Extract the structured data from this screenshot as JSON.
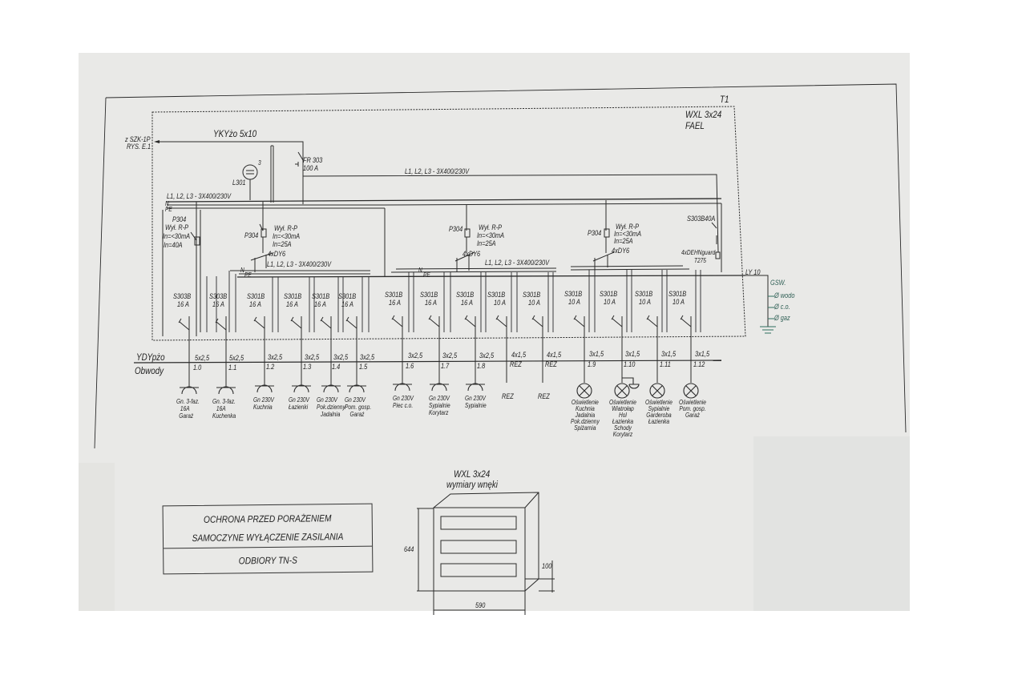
{
  "sheet": {
    "frame_label": "T1",
    "enclosure": {
      "name": "WXL 3x24",
      "maker": "FAEL"
    },
    "supply_source": [
      "z SZK-1P",
      "RYS. E.1"
    ],
    "supply_cable": "YKYżo 5x10",
    "main_switch": {
      "id": "FR 303",
      "rating": "100 A"
    },
    "meter": {
      "id": "L301",
      "phase_mark": "3"
    },
    "bus_labels": {
      "main": "L1, L2, L3 - 3X400/230V",
      "top_right": "L1, L2, L3 - 3X400/230V",
      "group2": "L1, L2, L3 - 3X400/230V",
      "group3": "L1, L2, L3 - 3X400/230V",
      "n": "N",
      "pe": "PE"
    },
    "rcds": [
      {
        "id": "P304",
        "type": "Wył. R-P",
        "idn": "In=<30mA",
        "in": "In=40A"
      },
      {
        "id": "P304",
        "type": "Wył. R-P",
        "idn": "In=<30mA",
        "in": "In=25A",
        "surge": "4xDY6"
      },
      {
        "id": "P304",
        "type": "Wył. R-P",
        "idn": "In=<30mA",
        "in": "In=25A",
        "surge": ""
      },
      {
        "id": "P304",
        "type": "Wył. R-P",
        "idn": "In=<30mA",
        "in": "In=25A",
        "surge": "4xDY6"
      }
    ],
    "surge_protection": {
      "breaker": "S303B40A",
      "arrester": "4xDEHNguard",
      "arrester_type": "T275"
    },
    "earthing": {
      "conductor": "LY 10",
      "bar": "GSW.",
      "connections": [
        "wodo",
        "c.o.",
        "gaz"
      ]
    },
    "row_labels": {
      "cable": "YDYpżo",
      "circuits": "Obwody"
    },
    "breakers": [
      {
        "type": "S303B",
        "rating": "16 A",
        "cable": "5x2,5",
        "circuit": "1.0",
        "load": [
          "Gn. 3-faz.",
          "16A",
          "Garaż"
        ]
      },
      {
        "type": "S303B",
        "rating": "16 A",
        "cable": "5x2,5",
        "circuit": "1.1",
        "load": [
          "Gn. 3-faz.",
          "16A",
          "Kuchenka"
        ]
      },
      {
        "type": "S301B",
        "rating": "16 A",
        "cable": "3x2,5",
        "circuit": "1.2",
        "load": [
          "Gn 230V",
          "Kuchnia"
        ]
      },
      {
        "type": "S301B",
        "rating": "16 A",
        "cable": "3x2,5",
        "circuit": "1.3",
        "load": [
          "Gn 230V",
          "Łazienki"
        ]
      },
      {
        "type": "S301B",
        "rating": "16 A",
        "cable": "3x2,5",
        "circuit": "1.4",
        "load": [
          "Gn 230V",
          "Pok.dzienny",
          "Jadalnia"
        ]
      },
      {
        "type": "S301B",
        "rating": "16 A",
        "cable": "3x2,5",
        "circuit": "1.5",
        "load": [
          "Gn 230V",
          "Pom. gosp.",
          "Garaż"
        ]
      },
      {
        "type": "S301B",
        "rating": "16 A",
        "cable": "3x2,5",
        "circuit": "1.6",
        "load": [
          "Gn 230V",
          "Piec c.o."
        ]
      },
      {
        "type": "S301B",
        "rating": "16 A",
        "cable": "3x2,5",
        "circuit": "1.7",
        "load": [
          "Gn 230V",
          "Sypialnie",
          "Korytarz"
        ]
      },
      {
        "type": "S301B",
        "rating": "16 A",
        "cable": "3x2,5",
        "circuit": "1.8",
        "load": [
          "Gn 230V",
          "Sypialnie"
        ]
      },
      {
        "type": "S301B",
        "rating": "10 A",
        "cable": "4x1,5",
        "circuit": "REZ",
        "load": [
          "REZ"
        ]
      },
      {
        "type": "S301B",
        "rating": "10 A",
        "cable": "4x1,5",
        "circuit": "REZ",
        "load": [
          "REZ"
        ]
      },
      {
        "type": "S301B",
        "rating": "10 A",
        "cable": "3x1,5",
        "circuit": "1.9",
        "load": [
          "Oświetlenie",
          "Kuchnia",
          "Jadalnia",
          "Pok.dzienny",
          "Spiżarnia"
        ]
      },
      {
        "type": "S301B",
        "rating": "10 A",
        "cable": "3x1,5",
        "circuit": "1.10",
        "load": [
          "Oświetlenie",
          "Wiatrołap",
          "Hol",
          "Łazienka",
          "Schody",
          "Korytarz"
        ]
      },
      {
        "type": "S301B",
        "rating": "10 A",
        "cable": "3x1,5",
        "circuit": "1.11",
        "load": [
          "Oświetlenie",
          "Sypialnie",
          "Garderoba",
          "Łazienka"
        ]
      },
      {
        "type": "S301B",
        "rating": "10 A",
        "cable": "3x1,5",
        "circuit": "1.12",
        "load": [
          "Oświetlenie",
          "Pom. gosp.",
          "Garaż"
        ]
      }
    ]
  },
  "title_block": {
    "line1": "OCHRONA PRZED PORAŻENIEM",
    "line2": "SAMOCZYNE WYŁĄCZENIE ZASILANIA",
    "line3": "ODBIORY TN-S"
  },
  "niche_drawing": {
    "title": "WXL 3x24",
    "subtitle": "wymiary wnęki",
    "height": "644",
    "width": "590",
    "depth": "100"
  },
  "colors": {
    "paper": "#e9e9e7",
    "ink": "#222222",
    "earth_ink": "#2f6f5f"
  }
}
